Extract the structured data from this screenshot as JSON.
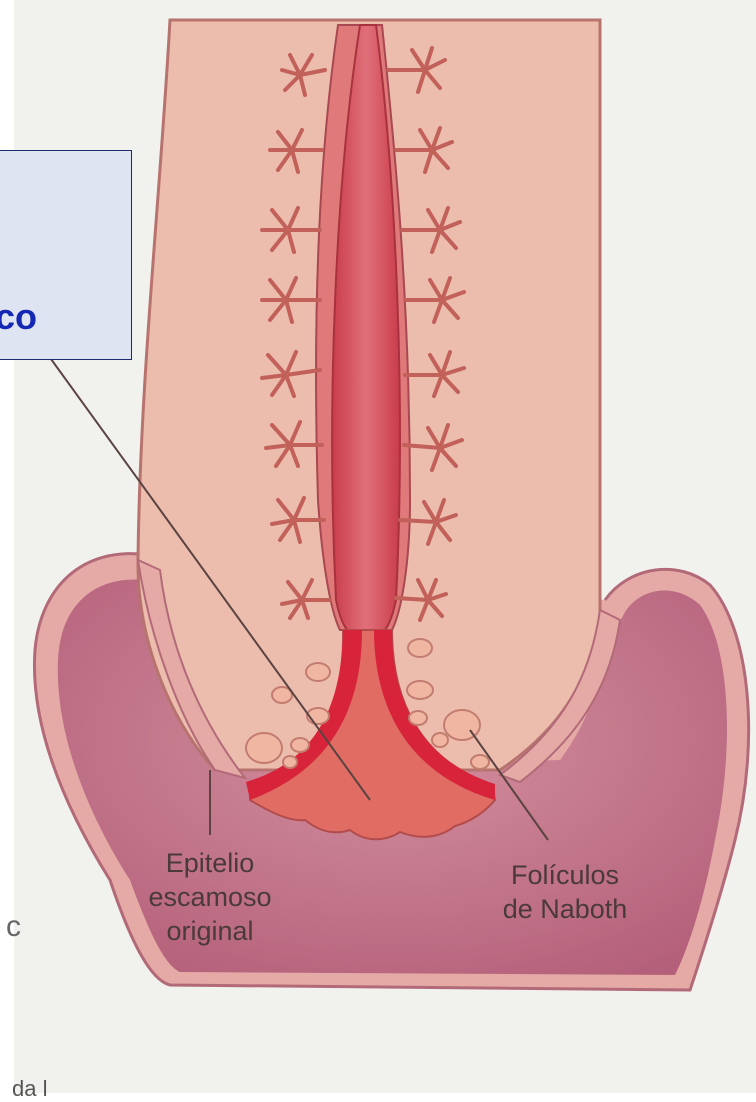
{
  "callout": {
    "text": "co"
  },
  "labels": {
    "squamous": [
      "Epitelio",
      "escamoso",
      "original"
    ],
    "naboth": [
      "Folículos",
      "de Naboth"
    ]
  },
  "page_footer": "da l",
  "plate_marker": "c",
  "colors": {
    "background": "#f1f1ee",
    "outer_tissue": "#ecbcad",
    "vaginal_wall": "#c07688",
    "columnar_epithelium": "#d8243a",
    "canal": "#d85a64",
    "gland": "#d07466",
    "follicle": "#f0b6a2",
    "callout_fill": "#dfe4f2",
    "callout_text": "#1428b4"
  }
}
